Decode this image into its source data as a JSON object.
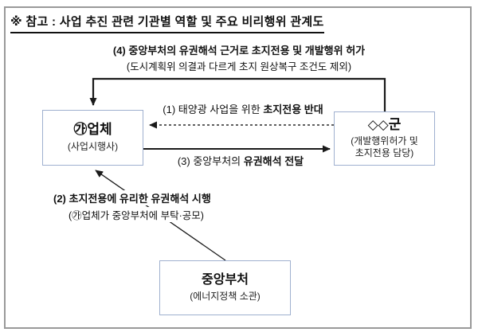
{
  "title": "※ 참고 : 사업 추진 관련 기관별 역할 및 주요 비리행위 관계도",
  "annotations": {
    "step4": {
      "text": "(4) 중앙부처의 유권해석 근거로 초지전용 및 개발행위 허가",
      "note": "(도시계획위 의결과 다르게 초지 원상복구 조건도 제외)"
    },
    "step1": {
      "prefix": "(1) 태양광 사업을 위한 ",
      "emphasis": "초지전용 반대"
    },
    "step3": {
      "prefix": "(3) 중앙부처의 ",
      "emphasis": "유권해석 전달"
    },
    "step2": {
      "text": "(2) 초지전용에 유리한 유권해석 시행",
      "note": "(㉮업체가 중앙부처에 부탁·공모)"
    }
  },
  "nodes": {
    "company": {
      "title": "㉮업체",
      "subtitle": "(사업시행사)"
    },
    "county": {
      "title": "◇◇군",
      "subtitle_line1": "(개발행위허가 및",
      "subtitle_line2": "초지전용 담당)"
    },
    "ministry": {
      "title": "중앙부처",
      "subtitle": "(에너지정책 소관)"
    }
  },
  "colors": {
    "node_border": "#9fb0cf",
    "outer_frame": "#999999",
    "line": "#1a1a1a",
    "text": "#111111"
  }
}
